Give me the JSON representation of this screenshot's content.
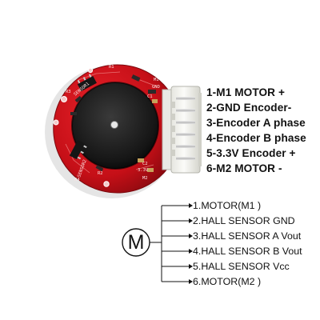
{
  "pin_functions": [
    "1-M1 MOTOR +",
    "2-GND Encoder-",
    "3-Encoder A phase",
    "4-Encoder B phase",
    "5-3.3V Encoder +",
    "6-M2 MOTOR -"
  ],
  "schematic": {
    "motor_symbol": "M",
    "wires": [
      "1.MOTOR(M1 )",
      "2.HALL SENSOR GND",
      "3.HALL SENSOR A Vout",
      "4.HALL SENSOR B Vout",
      "5.HALL SENSOR Vcc",
      "6.MOTOR(M2 )"
    ]
  },
  "board": {
    "silkscreen": {
      "m1": "M1",
      "gnd": "GND",
      "c1": "C1",
      "c2": "C2",
      "v33": "3.3V",
      "m2": "M2",
      "r1": "R1",
      "r2": "R2",
      "r3": "R3",
      "r4": "R4",
      "sensor1": "SENSOR1",
      "sensor2": "SENSOR2"
    },
    "pcb_color": "#d2101a",
    "connector_color": "#f2f2ee"
  }
}
